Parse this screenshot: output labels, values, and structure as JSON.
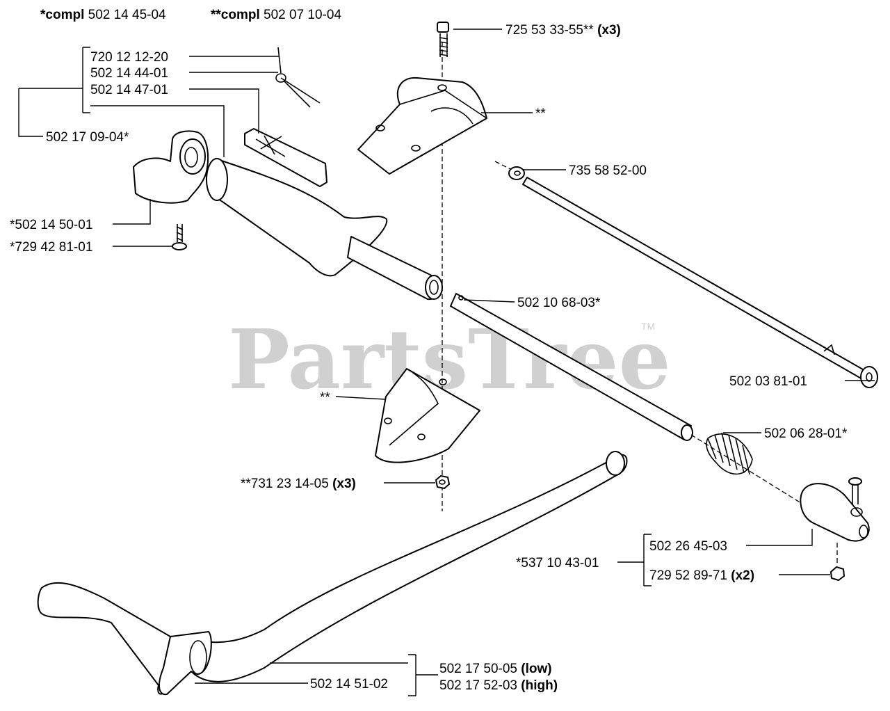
{
  "header": {
    "compl_prefix_1": "*compl",
    "compl_number_1": "502 14 45-04",
    "compl_prefix_2": "**compl",
    "compl_number_2": "502 07 10-04"
  },
  "watermark": {
    "text": "PartsTree",
    "trademark": "TM"
  },
  "callouts": [
    {
      "id": "p1",
      "number": "720 12 12-20",
      "suffix": ""
    },
    {
      "id": "p2",
      "number": "502 14 44-01",
      "suffix": ""
    },
    {
      "id": "p3",
      "number": "502 14 47-01",
      "suffix": ""
    },
    {
      "id": "p4",
      "number": "502 17 09-04*",
      "suffix": ""
    },
    {
      "id": "p5",
      "number": "*502 14 50-01",
      "suffix": ""
    },
    {
      "id": "p6",
      "number": "*729 42 81-01",
      "suffix": ""
    },
    {
      "id": "p7",
      "number": "725 53 33-55**",
      "suffix": "(x3)"
    },
    {
      "id": "p8",
      "number": "**",
      "suffix": ""
    },
    {
      "id": "p9",
      "number": "735 58 52-00",
      "suffix": ""
    },
    {
      "id": "p10",
      "number": "502 10 68-03*",
      "suffix": ""
    },
    {
      "id": "p11",
      "number": "502 03 81-01",
      "suffix": ""
    },
    {
      "id": "p12",
      "number": "**",
      "suffix": ""
    },
    {
      "id": "p13",
      "number": "502 06 28-01*",
      "suffix": ""
    },
    {
      "id": "p14",
      "number": "**731 23 14-05",
      "suffix": "(x3)"
    },
    {
      "id": "p15",
      "number": "502 26 45-03",
      "suffix": ""
    },
    {
      "id": "p16",
      "number": "*537 10 43-01",
      "suffix": ""
    },
    {
      "id": "p17",
      "number": "729 52 89-71",
      "suffix": "(x2)"
    },
    {
      "id": "p18",
      "number": "502 17 50-05",
      "suffix": "(low)"
    },
    {
      "id": "p19",
      "number": "502 14 51-02",
      "suffix": ""
    },
    {
      "id": "p20",
      "number": "502 17 52-03",
      "suffix": "(high)"
    }
  ]
}
